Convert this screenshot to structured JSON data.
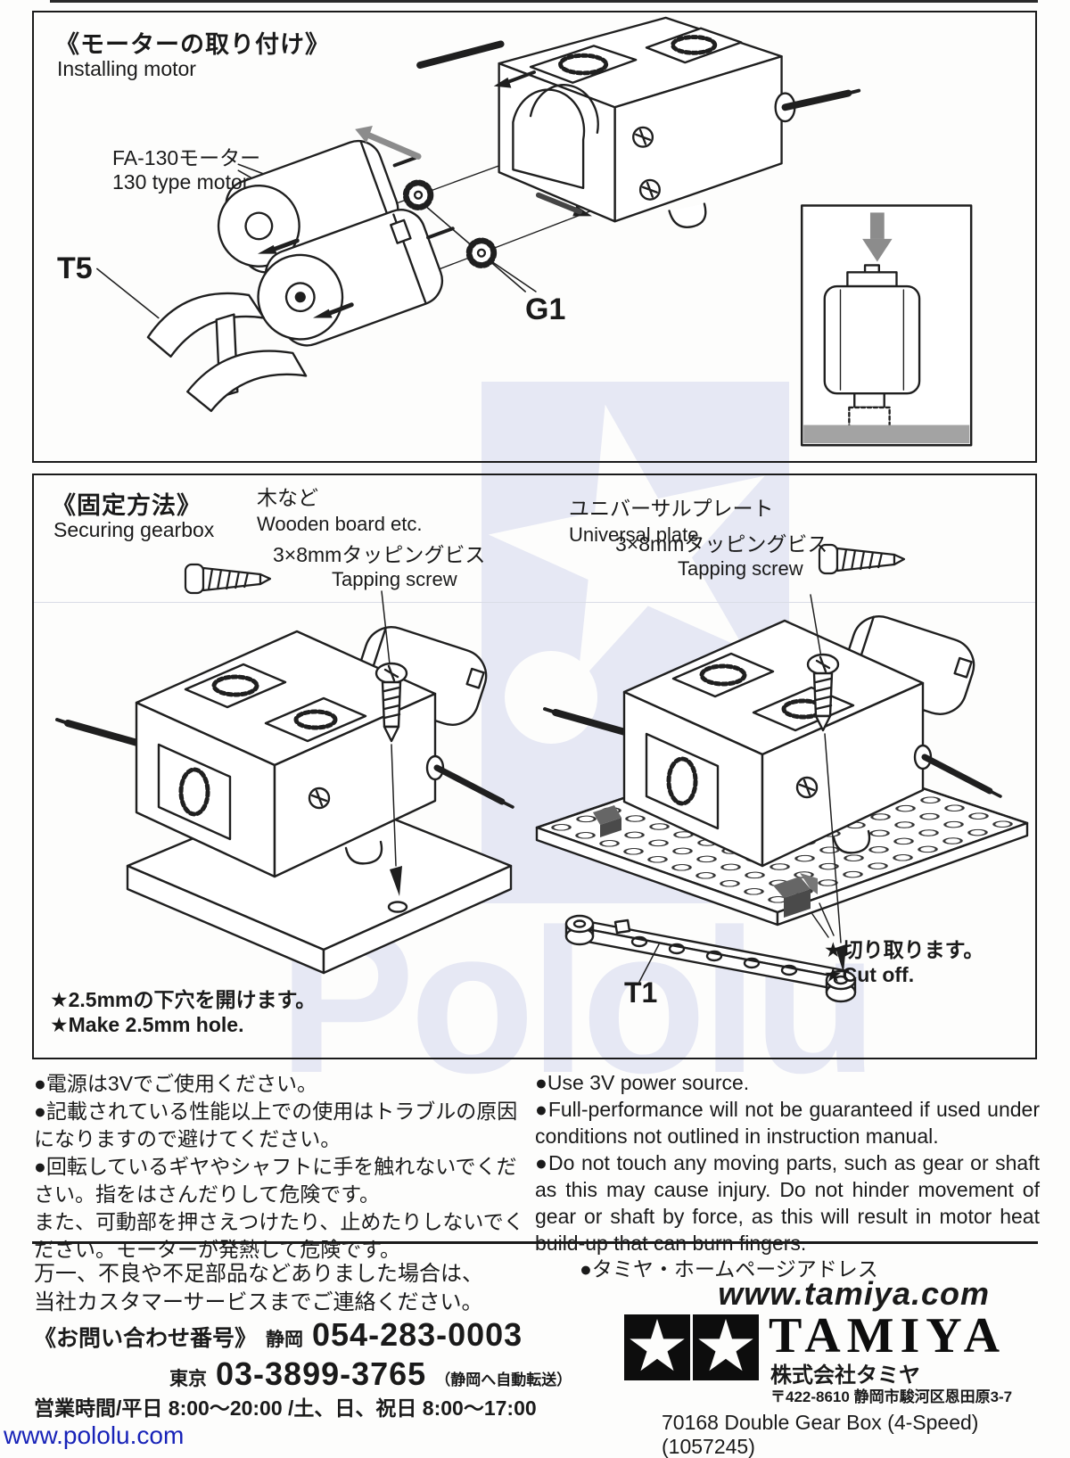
{
  "watermark": {
    "brand": "Pololu",
    "site": "www.pololu.com"
  },
  "installing": {
    "title_ja": "《モーターの取り付け》",
    "title_en": "Installing motor",
    "motor_label_ja": "FA-130モーター",
    "motor_label_en": "130 type motor",
    "part_t5": "T5",
    "part_g1": "G1"
  },
  "securing": {
    "title_ja": "《固定方法》",
    "title_en": "Securing gearbox",
    "wooden_ja": "木など",
    "wooden_en": "Wooden board etc.",
    "universal_ja": "ユニバーサルプレート",
    "universal_en": "Universal plate",
    "screw_ja": "3×8mmタッピングビス",
    "screw_en": "Tapping screw",
    "drill_ja": "★2.5mmの下穴を開けます。",
    "drill_en": "★Make 2.5mm hole.",
    "cut_ja": "★切り取ります。",
    "cut_en": "★Cut off.",
    "part_t1": "T1"
  },
  "cautions_ja": [
    "●電源は3Vでご使用ください。",
    "●記載されている性能以上での使用はトラブルの原因になりますので避けてください。",
    "●回転しているギヤやシャフトに手を触れないでください。指をはさんだりして危険です。",
    "また、可動部を押さえつけたり、止めたりしないでください。モーターが発熱して危険です。"
  ],
  "cautions_en": [
    "●Use 3V power source.",
    "●Full-performance will not be guaranteed if used under conditions not outlined in instruction manual.",
    "●Do not touch any moving parts, such as gear or shaft as this may cause injury. Do not hinder movement of gear or shaft by force, as this will result in motor heat build-up that can burn fingers."
  ],
  "footer": {
    "defect_line1": "万一、不良や不足部品などありました場合は、",
    "defect_line2": "当社カスタマーサービスまでご連絡ください。",
    "inquiry_label": "《お問い合わせ番号》",
    "shizuoka_label": "静岡",
    "shizuoka_phone": "054-283-0003",
    "tokyo_label": "東京",
    "tokyo_phone": "03-3899-3765",
    "tokyo_note": "（静岡へ自動転送）",
    "hours": "営業時間/平日 8:00〜20:00 /土、日、祝日 8:00〜17:00",
    "homepage_label": "●タミヤ・ホームページアドレス",
    "homepage_url": "www.tamiya.com",
    "brand": "TAMIYA",
    "company": "株式会社タミヤ",
    "address": "〒422-8610 静岡市駿河区恩田原3-7",
    "product": "70168 Double Gear Box (4-Speed) (1057245)"
  },
  "colors": {
    "watermark_lavender": "#e6e8f4",
    "link_blue": "#1823b8",
    "line_art": "#1f1f1f",
    "arrow_gray": "#8c8c8c"
  }
}
